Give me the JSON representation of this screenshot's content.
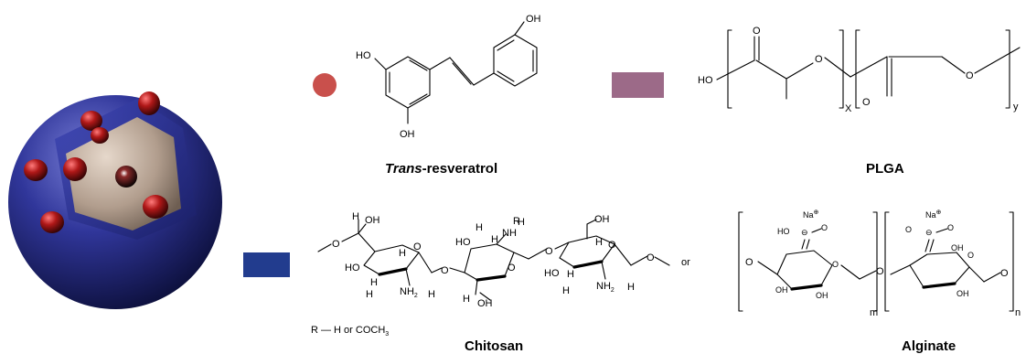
{
  "legend": {
    "resveratrol_color": "#c9504c",
    "plga_color": "#9c6a88",
    "polysaccharide_color": "#223c8e"
  },
  "nanoparticle": {
    "shell_color": "#2a2f8f",
    "core_color": "#b8a596",
    "drug_color": "#a01818"
  },
  "resveratrol": {
    "caption_italic": "Trans",
    "caption_rest": "-resveratrol",
    "oh": "OH",
    "ho": "HO"
  },
  "plga": {
    "caption": "PLGA",
    "ho": "HO",
    "o": "O",
    "x": "X",
    "y": "y"
  },
  "chitosan": {
    "caption": "Chitosan",
    "r_def_lead": "R — H or COCH",
    "r_def_sub": "3",
    "r": "R",
    "oh": "OH",
    "ho": "HO",
    "h": "H",
    "nh": "NH",
    "nh2": "NH",
    "nh2_sub": "2",
    "o": "O",
    "or": "or"
  },
  "alginate": {
    "caption": "Alginate",
    "na": "Na",
    "na_charge": "⊕",
    "ho": "HO",
    "oh": "OH",
    "o": "O",
    "minus": "⊖",
    "m": "m",
    "n": "n"
  }
}
